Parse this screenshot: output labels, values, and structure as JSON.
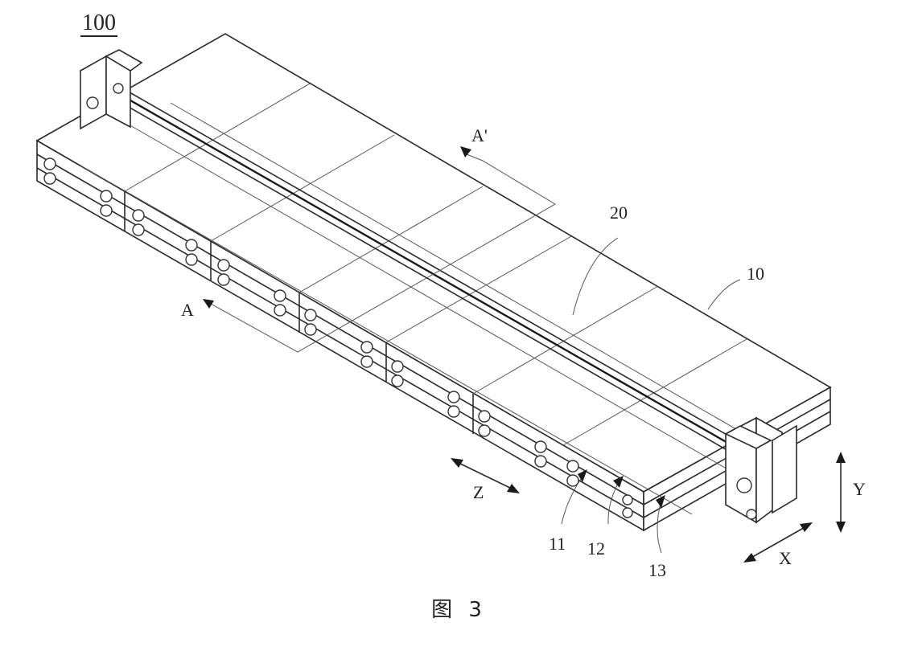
{
  "figure": {
    "reference_number": "100",
    "caption": "图 3"
  },
  "labels": {
    "section_start": "A",
    "section_end": "A'",
    "part_20": "20",
    "part_10": "10",
    "part_11": "11",
    "part_12": "12",
    "part_13": "13",
    "axis_x": "X",
    "axis_y": "Y",
    "axis_z": "Z"
  }
}
